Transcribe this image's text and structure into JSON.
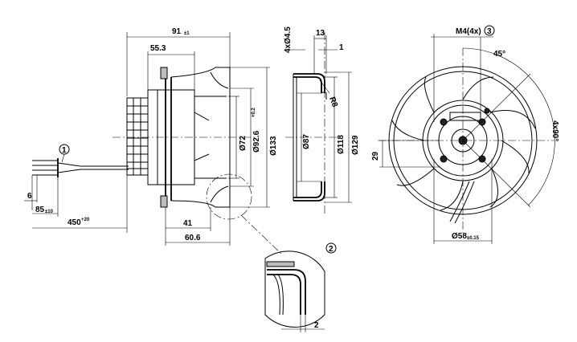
{
  "side_view": {
    "callout": "1",
    "dims": {
      "overall_width": "91",
      "overall_width_tol": "±1",
      "impeller_depth": "55.3",
      "wire_strip": "6",
      "wire_lead": "85",
      "wire_lead_tol": "±10",
      "cable_length": "450",
      "cable_length_tol": "+20",
      "flange_41": "41",
      "flange_60_6": "60.6",
      "d72": "Ø72",
      "d92_6": "Ø92.6",
      "d92_6_tol": "+0.2",
      "d133": "Ø133"
    }
  },
  "section_view": {
    "dims": {
      "holes": "4xØ4.5",
      "width_13": "13",
      "thickness_1": "1",
      "radius": "R8",
      "d87": "Ø87",
      "d118": "Ø118",
      "d129": "Ø129"
    }
  },
  "front_view": {
    "callout": "3",
    "dims": {
      "screw": "M4(4x)",
      "angle_45": "45°",
      "angle_90": "4x90°",
      "offset_29": "29",
      "bolt_circle": "Ø58",
      "bolt_circle_tol": "±0.15"
    }
  },
  "detail_view": {
    "callout": "2",
    "dims": {
      "gap": "2"
    }
  }
}
